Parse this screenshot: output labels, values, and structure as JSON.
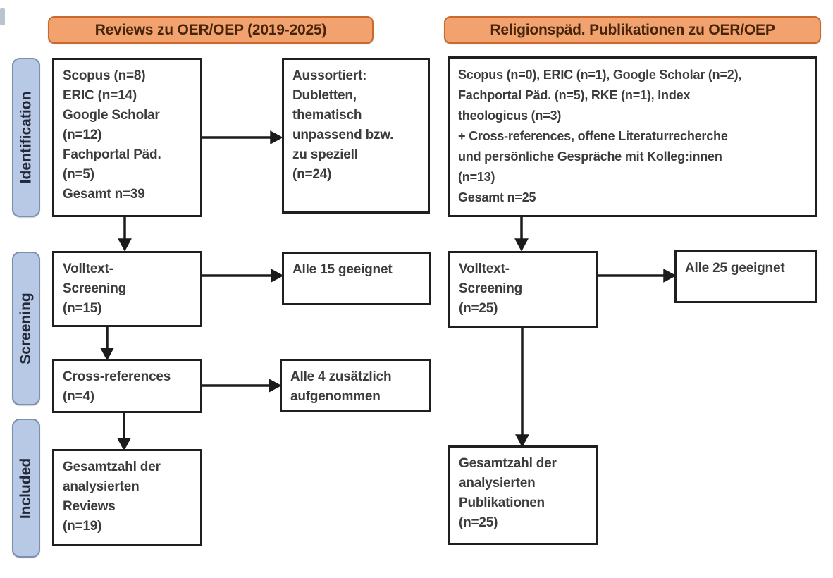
{
  "headers": {
    "left": "Reviews zu OER/OEP (2019-2025)",
    "right": "Religionspäd. Publikationen zu OER/OEP"
  },
  "stages": {
    "identification": "Identification",
    "screening": "Screening",
    "included": "Included"
  },
  "left_flow": {
    "sources": "Scopus (n=8)\nERIC (n=14)\nGoogle Scholar\n(n=12)\nFachportal Päd.\n(n=5)\nGesamt n=39",
    "excluded": "Aussortiert:\nDubletten,\nthematisch\nunpassend bzw.\nzu speziell\n(n=24)",
    "fulltext": "Volltext-\nScreening\n(n=15)",
    "fulltext_result": "Alle 15 geeignet",
    "crossref": "Cross-references\n(n=4)",
    "crossref_result": "Alle 4 zusätzlich\naufgenommen",
    "included": "Gesamtzahl der\nanalysierten\nReviews\n(n=19)"
  },
  "right_flow": {
    "sources": "Scopus (n=0), ERIC (n=1), Google Scholar (n=2),\nFachportal Päd. (n=5), RKE (n=1), Index\ntheologicus (n=3)\n+ Cross-references, offene Literaturrecherche\nund persönliche Gespräche mit Kolleg:innen\n(n=13)\nGesamt n=25",
    "fulltext": "Volltext-\nScreening\n(n=25)",
    "fulltext_result": "Alle 25 geeignet",
    "included": "Gesamtzahl der\nanalysierten\nPublikationen\n(n=25)"
  },
  "colors": {
    "header_fill": "#f2a26e",
    "header_border": "#c9682f",
    "stage_fill": "#b7c9e5",
    "stage_border": "#7b8fae",
    "box_border": "#1f1f1f",
    "arrow": "#1b1b1b",
    "text": "#3c3c3c"
  }
}
